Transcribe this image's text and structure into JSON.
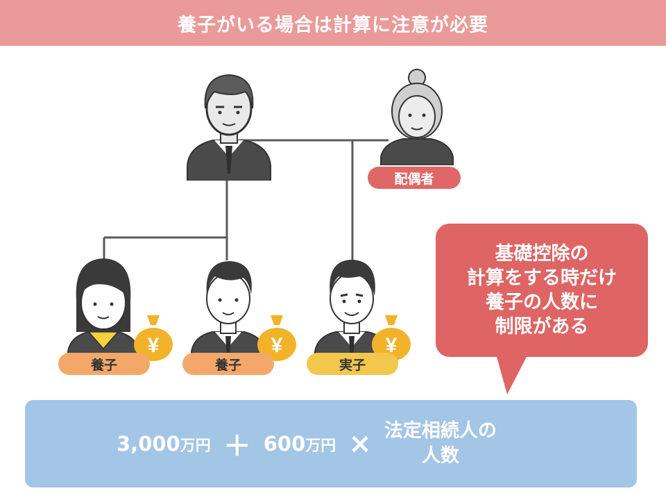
{
  "header": {
    "title": "養子がいる場合は計算に注意が必要"
  },
  "family": {
    "spouse_label": "配偶者",
    "children": [
      {
        "label": "養子"
      },
      {
        "label": "養子"
      },
      {
        "label": "実子"
      }
    ],
    "yen_symbol": "¥"
  },
  "callout": {
    "lines": [
      "基礎控除の",
      "計算をする時だけ",
      "養子の人数に",
      "制限がある"
    ]
  },
  "formula": {
    "base_amount": "3,000",
    "base_unit": "万円",
    "plus": "＋",
    "per_amount": "600",
    "per_unit": "万円",
    "times": "×",
    "heirs_line1": "法定相続人の",
    "heirs_line2": "人数"
  },
  "colors": {
    "header": "#ea9a98",
    "spouse_pill": "#e06767",
    "adopted_pill": "#f3a86a",
    "biological_pill": "#f3c64c",
    "callout": "#df6464",
    "formula_box": "#a3c5e6",
    "money_bag": "#f2b32a"
  }
}
